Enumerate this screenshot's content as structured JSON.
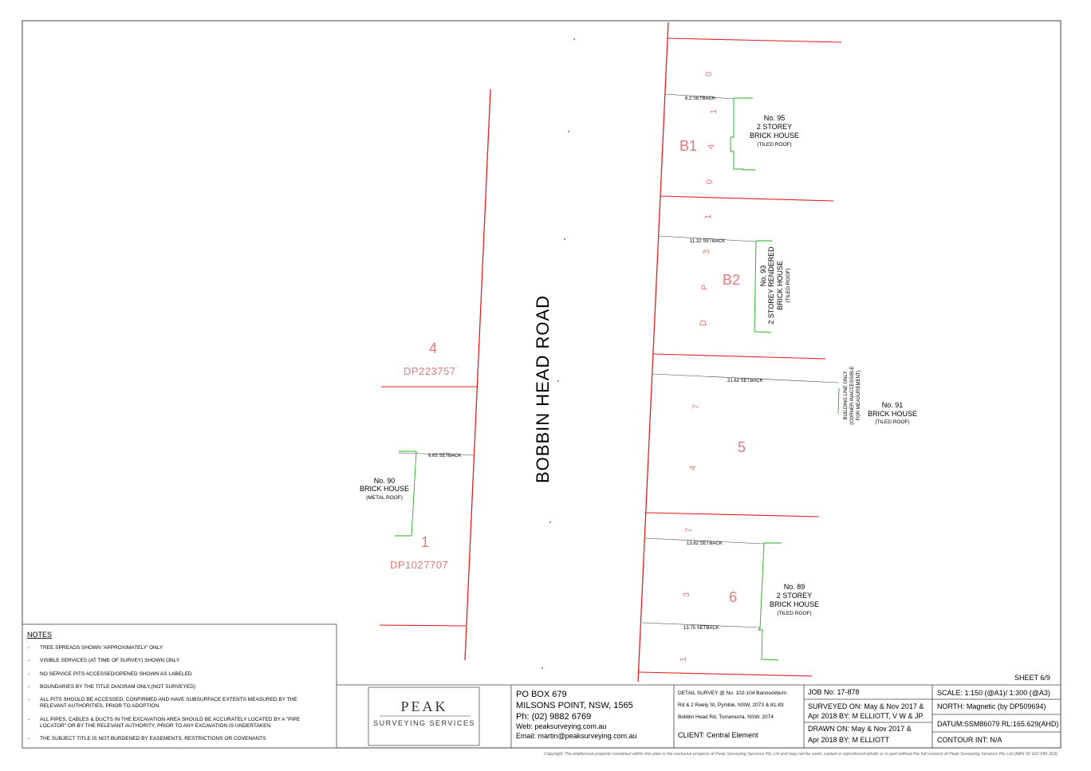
{
  "road": {
    "name": "BOBBIN   HEAD   ROAD"
  },
  "lots_east": {
    "dp_chars": [
      "0",
      "1",
      "4",
      "0",
      "1",
      "3",
      "P",
      "D"
    ],
    "b1": "B1",
    "b2": "B2",
    "lot5": "5",
    "lot5_chars": [
      "7",
      "4"
    ],
    "lot6": "6",
    "lot6_chars": [
      "7",
      "3",
      "1"
    ]
  },
  "lots_west": {
    "lot4": "4",
    "dp4": "DP223757",
    "lot1": "1",
    "dp1": "DP1027707"
  },
  "houses": {
    "h95": {
      "no": "No. 95",
      "desc": "2 STOREY",
      "desc2": "BRICK HOUSE",
      "roof": "(TILED ROOF)"
    },
    "h93": {
      "no": "No. 93",
      "desc": "2 STOREY RENDERED",
      "desc2": "BRICK HOUSE",
      "roof": "(TILED ROOF)"
    },
    "h91": {
      "no": "No. 91",
      "desc": "BRICK HOUSE",
      "roof": "(TILED ROOF)",
      "note1": "BUILDING LINE ONLY",
      "note2": "(CORNER INACCESSIBLE",
      "note3": "FOR MEASUREMENT)"
    },
    "h90": {
      "no": "No. 90",
      "desc": "BRICK HOUSE",
      "roof": "(METAL ROOF)"
    },
    "h89": {
      "no": "No. 89",
      "desc": "2 STOREY",
      "desc2": "BRICK HOUSE",
      "roof": "(TILED ROOF)"
    }
  },
  "setbacks": {
    "s95": "6.2 SETBACK",
    "s93": "11.32 SETBACK",
    "s91": "21.62 SETBACK",
    "s90": "6.65 SETBACK",
    "s89a": "13.82 SETBACK",
    "s89b": "13.75 SETBACK"
  },
  "notes": {
    "title": "NOTES",
    "items": [
      "TREE SPREADS SHOWN 'APPROXIMATELY' ONLY",
      "VISIBLE SERVICES (AT TIME OF SURVEY) SHOWN ONLY",
      "NO SERVICE PITS ACCESSED/OPENED SHOWN AS LABELED",
      "BOUNDARIES  BY THE TITLE DIAGRAM ONLY,(NOT SURVEYED)",
      "ALL PITS SHOULD BE ACCESSED, CONFIRMED AND HAVE SUBSURFACE EXTENTS MEASURED BY THE",
      "RELEVANT AUTHORITIES, PRIOR TO ADOPTION.",
      "ALL PIPES, CABLES & DUCTS IN THE EXCAVATION AREA SHOULD BE ACCURATELY LOCATED BY A \"PIPE",
      "LOCATOR\" OR BY THE RELEVANT AUTHORITY, PRIOR TO ANY EXCAVATION IS UNDERTAKEN.",
      "THE SUBJECT TITLE IS NOT BURDENED BY EASEMENTS, RESTRICTIONS OR COVENANTS"
    ]
  },
  "sheet": "SHEET 6/9",
  "logo": {
    "name": "PEAK",
    "tag": "SURVEYING   SERVICES"
  },
  "contact": {
    "box": "PO BOX 679",
    "city": "MILSONS POINT, NSW, 1565",
    "phone": "Ph:  (02)  9882 6769",
    "web": "Web:  peaksurveying.com.au",
    "email": "Email: martin@peaksurveying.com.au"
  },
  "detail": {
    "line1": "DETAIL SURVEY @ No. 102-104 Bannockburn",
    "line2": "Rd & 2 Reely St, Pymble, NSW, 2073 & 81-83",
    "line3": "Bobbin Head Rd, Turramurra, NSW. 2074",
    "client": "CLIENT:  Central Element"
  },
  "job": {
    "no": "JOB No: 17-878",
    "surveyed1": "SURVEYED ON: May & Nov 2017 &",
    "surveyed2": "Apr 2018 BY: M ELLIOTT, V W & JP",
    "drawn1": "DRAWN ON: May & Nov 2017 &",
    "drawn2": "Apr 2018 BY: M ELLIOTT"
  },
  "meta": {
    "scale": "SCALE:  1:150 (@A1)/ 1:300 (@A3)",
    "north": "NORTH: Magnetic (by DP509694)",
    "datum": "DATUM:SSM86079 RL:165.629(AHD)",
    "contour": "CONTOUR INT: N/A"
  },
  "copyright": "Copyright  The intellectual property contained within this plan is the exclusive property of Peak Surveying Services Pty Ltd and may not be used, copied or reproduced wholly or in part without the full consent of Peak Surveying Services Pty Ltd (ABN 36 622 686 202)",
  "colors": {
    "boundary": "#e02020",
    "fence": "#22aa22",
    "lot_text": "#e07a7a",
    "spot": "#4a70d0"
  }
}
